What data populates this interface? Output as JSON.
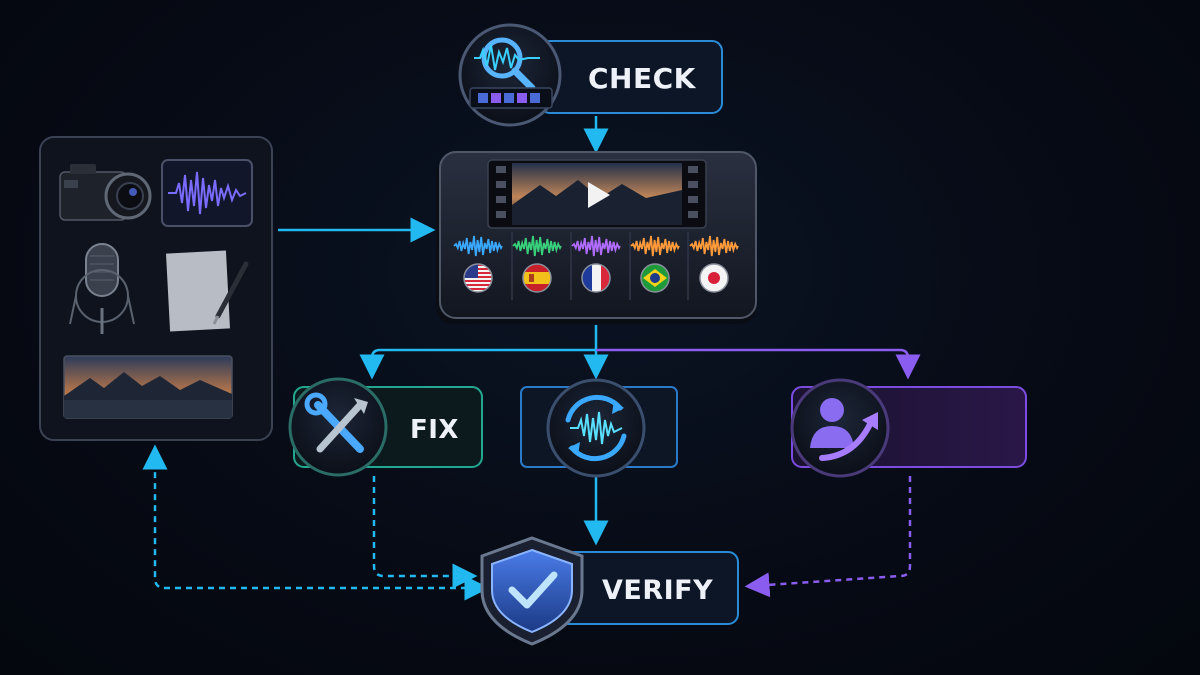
{
  "nodes": {
    "check": {
      "label": "CHECK",
      "icon": "magnifier-waveform-icon"
    },
    "fix": {
      "label": "FIX",
      "icon": "tools-icon"
    },
    "sync": {
      "label": "",
      "icon": "sync-waveform-icon"
    },
    "user_upgrade": {
      "label": "",
      "icon": "user-arrow-icon"
    },
    "verify": {
      "label": "VERIFY",
      "icon": "shield-check-icon"
    }
  },
  "source_assets": [
    "camera-icon",
    "waveform-icon",
    "microphone-icon",
    "script-note-icon",
    "landscape-image-icon"
  ],
  "editor": {
    "tracks": [
      {
        "language": "us",
        "color": "#3aa8ff"
      },
      {
        "language": "es",
        "color": "#38d07a"
      },
      {
        "language": "fr",
        "color": "#b06bff"
      },
      {
        "language": "br",
        "color": "#ff9a3a"
      },
      {
        "language": "jp",
        "color": "#ff9a3a"
      }
    ]
  },
  "colors": {
    "cyan": "#22b8f0",
    "teal": "#2fd6b0",
    "purple": "#8a5cf0",
    "blue": "#3a8cff"
  }
}
